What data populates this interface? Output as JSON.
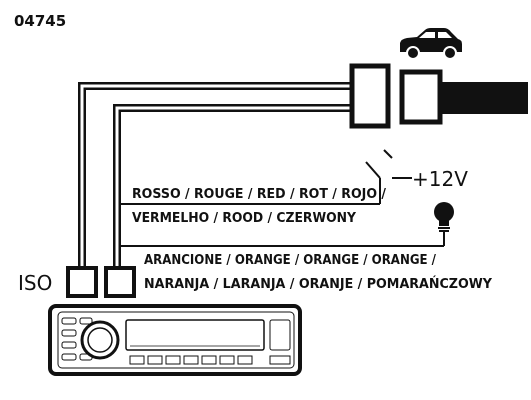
{
  "diagram": {
    "product_code": "04745",
    "iso_label": "ISO",
    "voltage_label": "+12V",
    "red_wire_line1": "ROSSO / ROUGE / RED / ROT / ROJO /",
    "red_wire_line2": "VERMELHO / ROOD / CZERWONY",
    "orange_wire_line1": "ARANCIONE / ORANGE / ORANGE / ORANGE /",
    "orange_wire_line2": "NARANJA / LARANJA / ORANJE / POMARAŃCZOWY",
    "icons": [
      "car-icon",
      "light-bulb-icon",
      "car-radio-icon"
    ]
  }
}
